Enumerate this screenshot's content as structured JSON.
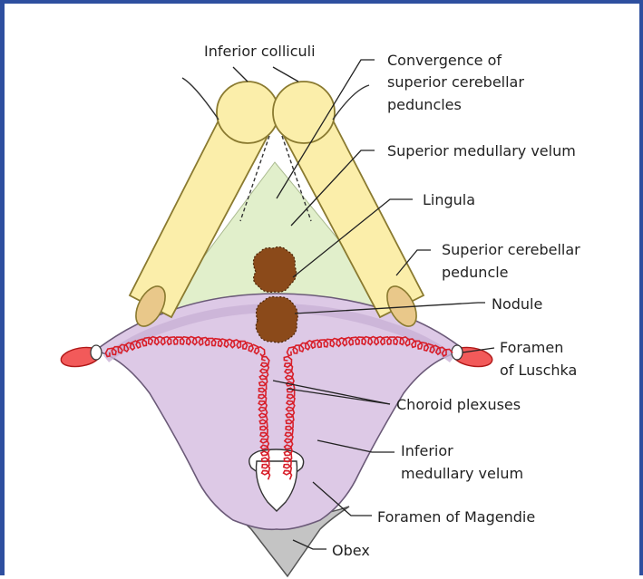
{
  "labels": {
    "inferior_colliculi": "Inferior colliculi",
    "convergence": [
      "Convergence of",
      "superior cerebellar",
      "peduncles"
    ],
    "superior_medullary_velum": "Superior medullary velum",
    "lingula": "Lingula",
    "superior_cerebellar_peduncle": [
      "Superior cerebellar",
      "peduncle"
    ],
    "nodule": "Nodule",
    "foramen_of_luschka": [
      "Foramen",
      "of Luschka"
    ],
    "choroid_plexuses": "Choroid plexuses",
    "inferior_medullary_velum": [
      "Inferior",
      "medullary velum"
    ],
    "foramen_of_magendie": "Foramen of Magendie",
    "obex": "Obex"
  },
  "colors": {
    "frame": "#2e4f9f",
    "peduncle_fill": "#fbeeaa",
    "peduncle_stroke": "#8a7a30",
    "superior_velum_fill": "#e1efcb",
    "inferior_velum_fill": "#ddc9e6",
    "inferior_velum_edge": "#c9b2d6",
    "lingula_fill": "#8b4a1a",
    "choroid_plexus": "#d81f2a",
    "obex_fill": "#c4c4c4",
    "leader_line": "#222222"
  }
}
